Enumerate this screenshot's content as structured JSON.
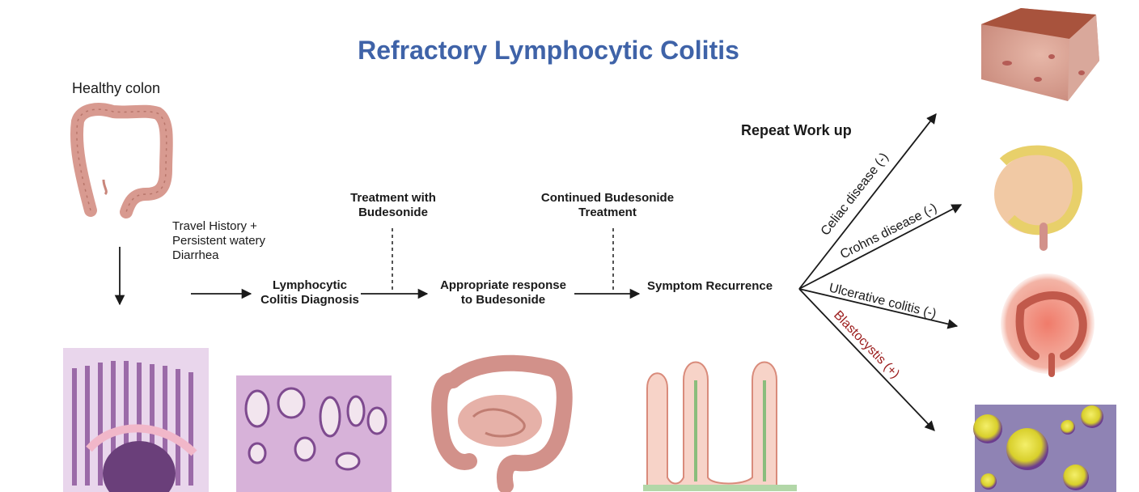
{
  "title": "Refractory Lymphocytic Colitis",
  "healthy_colon": "Healthy colon",
  "travel_history": [
    "Travel History +",
    "Persistent watery",
    "Diarrhea"
  ],
  "diagnosis": [
    "Lymphocytic",
    "Colitis Diagnosis"
  ],
  "treatment": [
    "Treatment with",
    "Budesonide"
  ],
  "response": [
    "Appropriate response",
    "to Budesonide"
  ],
  "continued": [
    "Continued Budesonide",
    "Treatment"
  ],
  "recurrence": "Symptom Recurrence",
  "repeat_workup": "Repeat Work up",
  "branches": {
    "celiac": "Celiac disease (-)",
    "crohns": "Crohns disease (-)",
    "ulcerative": "Ulcerative colitis (-)",
    "blasto": "Blastocystis (+)"
  },
  "colors": {
    "title": "#3f63a8",
    "blastocystis": "#9b1c1c",
    "colon": "#d89a90",
    "histology": "#b98bc4"
  }
}
